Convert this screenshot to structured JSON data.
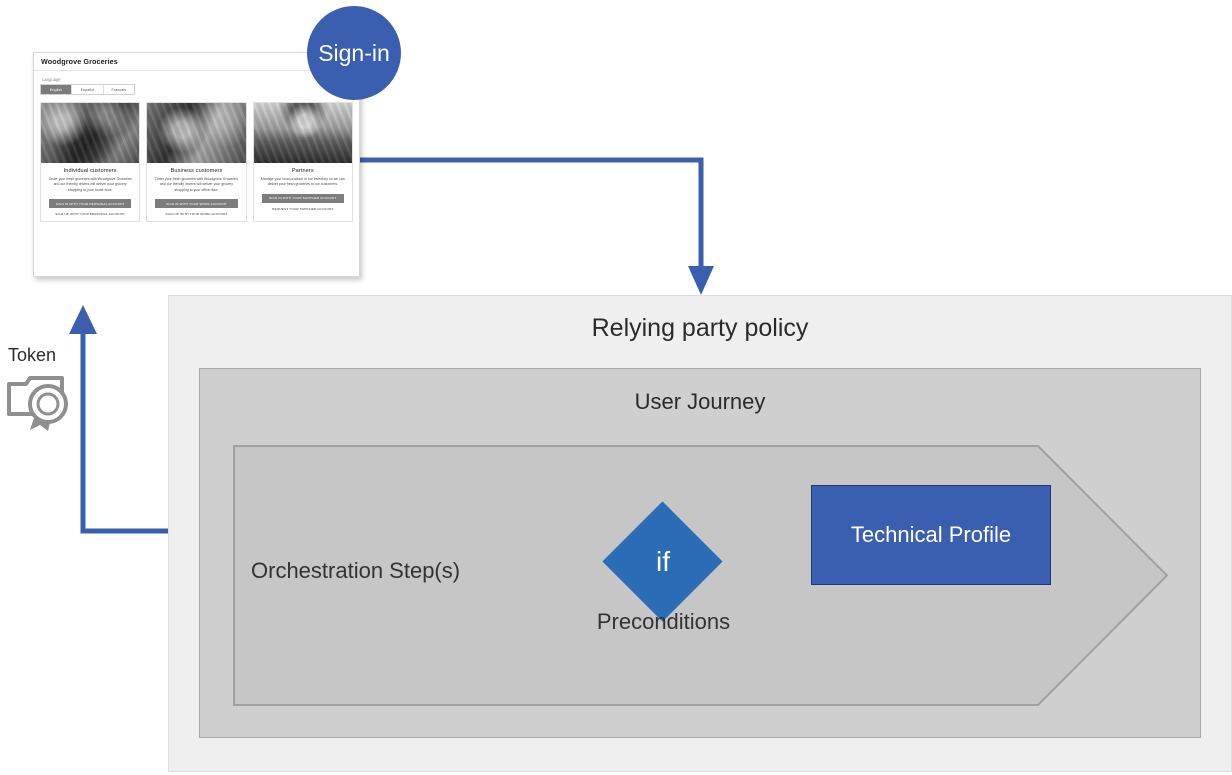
{
  "browser": {
    "brand": "Woodgrove Groceries",
    "language_label": "Language",
    "languages": [
      {
        "label": "English",
        "active": true
      },
      {
        "label": "Español",
        "active": false
      },
      {
        "label": "Français",
        "active": false
      }
    ],
    "cards": [
      {
        "title": "Individual customers",
        "description": "Order your fresh groceries with Woodgrove Groceries and our friendly drivers will deliver your grocery shopping to your home door.",
        "primary_button": "SIGN IN WITH YOUR PERSONAL ACCOUNT",
        "secondary_link": "SIGN UP WITH YOUR PERSONAL ACCOUNT",
        "photo_name": "shopper-with-child-photo"
      },
      {
        "title": "Business customers",
        "description": "Order your fresh groceries with Woodgrove Groceries and our friendly drivers will deliver your grocery shopping to your office door.",
        "primary_button": "SIGN IN WITH YOUR WORK ACCOUNT",
        "secondary_link": "SIGN UP WITH YOUR WORK ACCOUNT",
        "photo_name": "store-employee-photo"
      },
      {
        "title": "Partners",
        "description": "Manage your local produce in our inventory so we can deliver your fresh groceries to our customers.",
        "primary_button": "SIGN IN WITH YOUR SUPPLIER ACCOUNT",
        "secondary_link": "REQUEST YOUR SUPPLIER ACCOUNT",
        "photo_name": "farmer-with-produce-photo"
      }
    ]
  },
  "signin_bubble": {
    "label": "Sign-in"
  },
  "token": {
    "label": "Token",
    "icon": "certificate-seal-icon"
  },
  "diagram": {
    "relying_party_policy": "Relying party policy",
    "user_journey": "User Journey",
    "orchestration_steps": "Orchestration Step(s)",
    "diamond": "if",
    "preconditions": "Preconditions",
    "technical_profile": "Technical Profile"
  },
  "colors": {
    "accent_blue": "#3a5fb0",
    "diamond_blue": "#2a6cb5",
    "technical_profile_border": "#1f3a73",
    "outer_panel": "#efefef",
    "user_journey": "#cfcfcf",
    "chevron": "#c6c6c6",
    "token_gray": "#8f8f8f"
  }
}
